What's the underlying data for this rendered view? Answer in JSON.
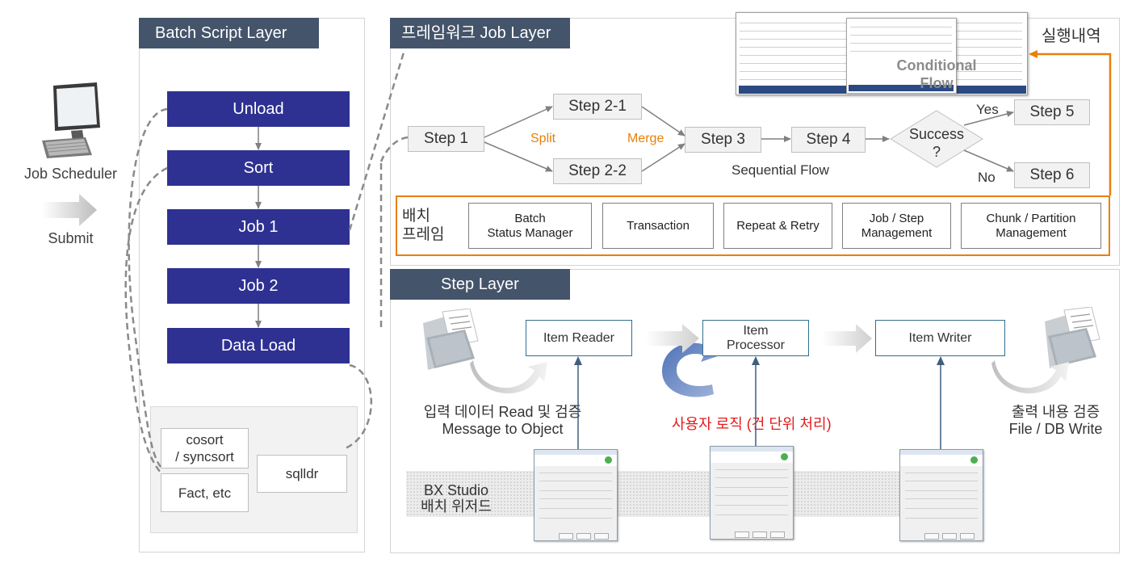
{
  "scheduler": {
    "label": "Job Scheduler",
    "submit": "Submit"
  },
  "batch_script_layer": {
    "title": "Batch Script Layer",
    "jobs": [
      "Unload",
      "Sort",
      "Job 1",
      "Job 2",
      "Data Load"
    ],
    "tools": {
      "cosort": "cosort\n/ syncsort",
      "fact": "Fact, etc",
      "sqlldr": "sqlldr"
    }
  },
  "framework_job_layer": {
    "title": "프레임워크 Job Layer",
    "history_label": "실행내역",
    "conditional_flow": "Conditional\nFlow",
    "steps": {
      "step1": "Step 1",
      "step2_1": "Step 2-1",
      "step2_2": "Step 2-2",
      "step3": "Step 3",
      "step4": "Step 4",
      "step5": "Step 5",
      "step6": "Step 6",
      "decision": "Success\n?"
    },
    "labels": {
      "split": "Split",
      "merge": "Merge",
      "sequential": "Sequential Flow",
      "yes": "Yes",
      "no": "No"
    },
    "framework": {
      "label": "배치\n프레임",
      "features": [
        "Batch\nStatus Manager",
        "Transaction",
        "Repeat & Retry",
        "Job / Step\nManagement",
        "Chunk / Partition\nManagement"
      ]
    }
  },
  "step_layer": {
    "title": "Step Layer",
    "reader": "Item Reader",
    "processor": "Item\nProcessor",
    "writer": "Item Writer",
    "input_caption": "입력 데이터 Read 및 검증\nMessage to Object",
    "logic_caption": "사용자 로직 (건 단위 처리)",
    "output_caption": "출력 내용 검증\nFile / DB Write",
    "studio": "BX Studio\n배치 위저드"
  },
  "colors": {
    "navy": "#2e3192",
    "tab": "#44546a",
    "orange": "#e8800a",
    "red": "#e31a1a",
    "teal": "#31708e"
  }
}
